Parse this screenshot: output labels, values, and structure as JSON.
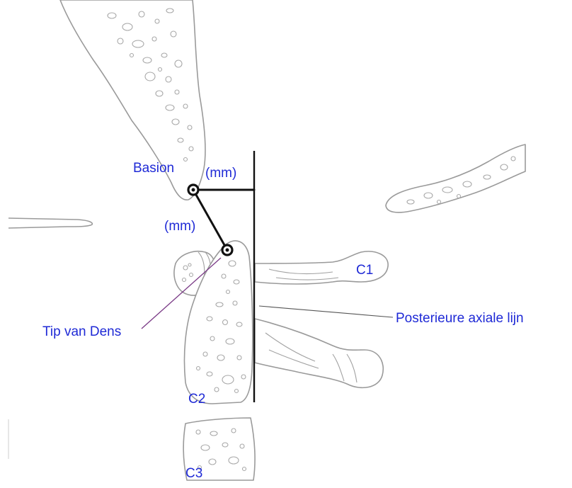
{
  "labels": {
    "basion": "Basion",
    "measure_horizontal": "(mm)",
    "measure_oblique": "(mm)",
    "c1": "C1",
    "posterior_axial_line": "Posterieure axiale lijn",
    "tip_van_dens": "Tip van Dens",
    "c2": "C2",
    "c3": "C3"
  },
  "colors": {
    "label_text": "#1f2ad6",
    "measurement_lines": "#111111",
    "bone_outline": "#9a9a9a"
  }
}
